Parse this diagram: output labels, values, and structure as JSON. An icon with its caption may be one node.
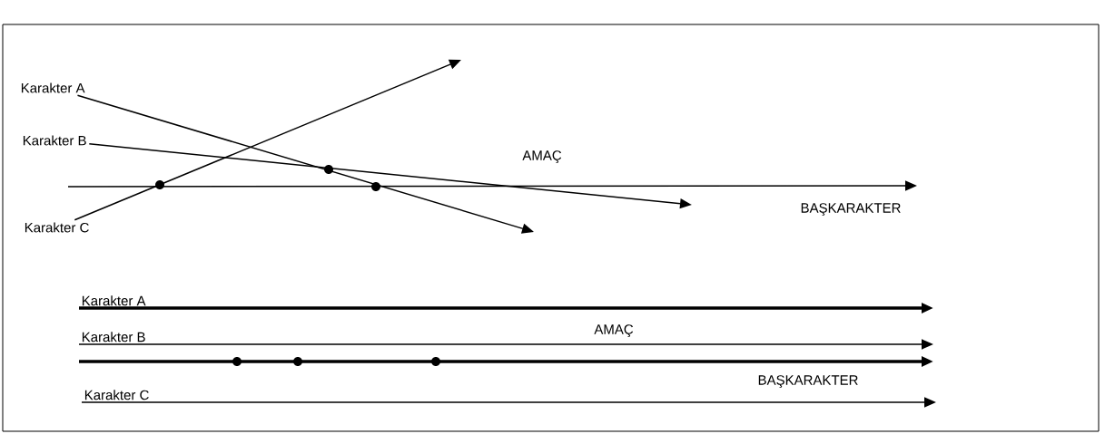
{
  "diagram": {
    "nodes": [
      {
        "text": [
          "Karakter A"
        ]
      },
      {
        "text": [
          "Karakter B"
        ]
      },
      {
        "text": [
          "Karakter C"
        ]
      },
      {
        "text": [
          "Karakter A"
        ]
      },
      {
        "text": [
          "Karakter B"
        ]
      },
      {
        "text": [
          "Karakter C"
        ]
      }
    ],
    "edges": [
      {
        "from": 0,
        "to": null,
        "arrow": "to"
      },
      {
        "from": 1,
        "to": null,
        "arrow": "to"
      },
      {
        "from": 2,
        "to": null,
        "arrow": "to"
      },
      {
        "from": 3,
        "to": null,
        "arrow": "to",
        "style": "thick"
      },
      {
        "from": 4,
        "to": null,
        "arrow": "to"
      },
      {
        "from": 5,
        "to": null,
        "arrow": "to"
      }
    ],
    "labels": [
      "AMAÇ",
      "BAŞKARAKTER",
      "AMAÇ",
      "BAŞKARAKTER"
    ]
  }
}
